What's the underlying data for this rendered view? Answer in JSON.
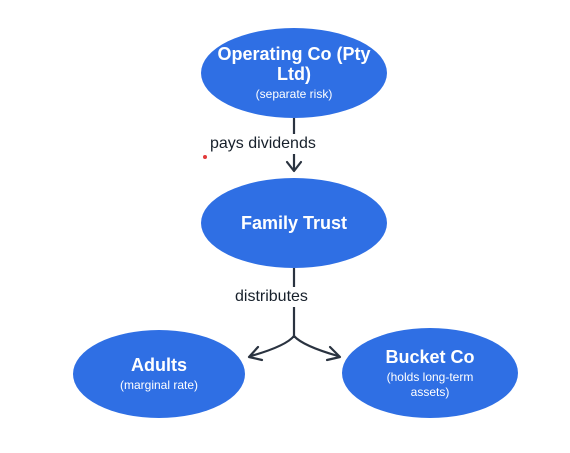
{
  "diagram": {
    "nodes": {
      "operating": {
        "title": "Operating Co (Pty Ltd)",
        "subtitle": "(separate risk)"
      },
      "trust": {
        "title": "Family Trust",
        "subtitle": ""
      },
      "adults": {
        "title": "Adults",
        "subtitle": "(marginal rate)"
      },
      "bucket": {
        "title": "Bucket Co",
        "subtitle": "(holds long-term assets)"
      }
    },
    "edges": {
      "pays_dividends": "pays dividends",
      "distributes": "distributes"
    }
  },
  "colors": {
    "node_fill": "#2f6fe4",
    "node_text": "#ffffff",
    "line": "#2a3340",
    "label_text": "#17202b",
    "marker_dot": "#e23a3a"
  }
}
